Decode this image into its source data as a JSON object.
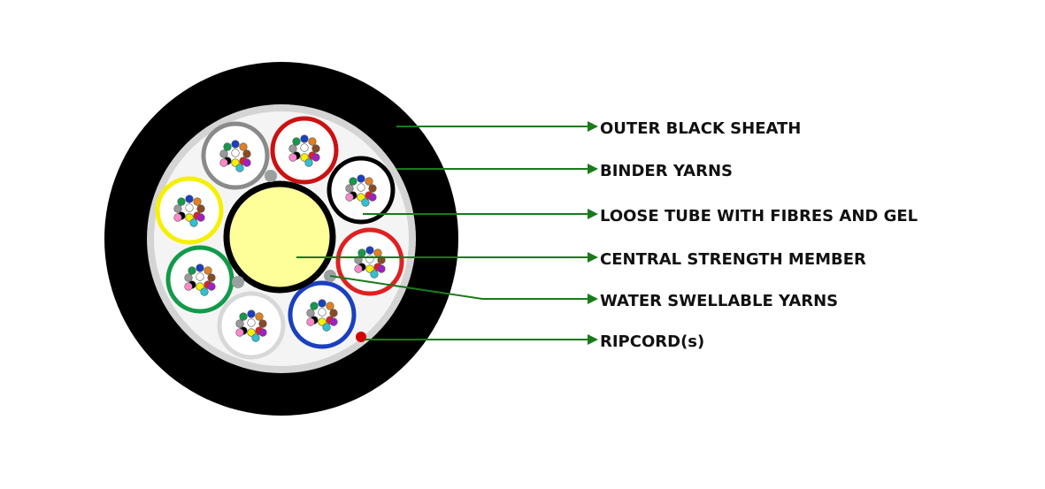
{
  "labels": [
    "OUTER BLACK SHEATH",
    "BINDER YARNS",
    "LOOSE TUBE WITH FIBRES AND GEL",
    "CENTRAL STRENGTH MEMBER",
    "WATER SWELLABLE YARNS",
    "RIPCORD(s)"
  ],
  "colors": {
    "sheath": "#000000",
    "binder_ring": "#d4d4d4",
    "core_fill": "#f4f4f4",
    "strength_member": "#ffff99",
    "leader_line": "#1a7a1a",
    "ripcord": "#d40000",
    "yarn": "#9aa0a0"
  },
  "tubes": [
    {
      "name": "grey",
      "color": "#8a8a8a"
    },
    {
      "name": "red",
      "color": "#cc1111"
    },
    {
      "name": "black",
      "color": "#000000"
    },
    {
      "name": "red",
      "color": "#e02020"
    },
    {
      "name": "blue",
      "color": "#1a3fc0"
    },
    {
      "name": "white",
      "color": "#d8d8d8"
    },
    {
      "name": "green",
      "color": "#129a4a"
    },
    {
      "name": "yellow",
      "color": "#f5f000"
    }
  ],
  "fibre_colors": [
    "#1a3fc0",
    "#e08020",
    "#129a4a",
    "#8a4a20",
    "#9a9a9a",
    "#ffffff",
    "#e02020",
    "#000000",
    "#f5f000",
    "#a020c0",
    "#ff88cc",
    "#30c0d0"
  ]
}
